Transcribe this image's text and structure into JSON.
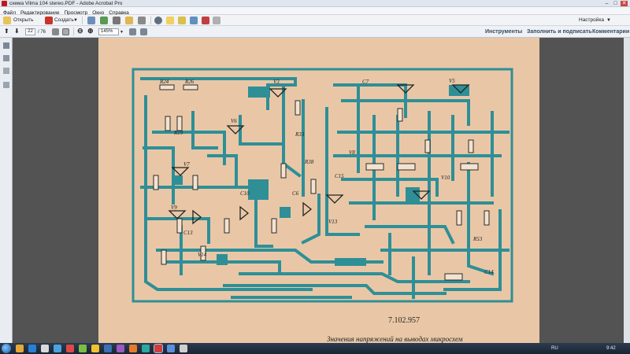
{
  "window": {
    "title": "схема Vilma 104 stereo.PDF - Adobe Acrobat Pro",
    "minimize": "–",
    "maximize": "□",
    "close": "✕"
  },
  "menu": [
    "Файл",
    "Редактирование",
    "Просмотр",
    "Окно",
    "Справка"
  ],
  "toolbar": {
    "open_label": "Открыть",
    "create_label": "Создать",
    "customize_label": "Настройка",
    "page_current": "22",
    "page_total": "/ 76",
    "zoom": "145%",
    "tools_label": "Инструменты",
    "sign_label": "Заполнить и подписать",
    "comments_label": "Комментарии"
  },
  "document": {
    "components": [
      "V3",
      "V5",
      "V6",
      "V7",
      "V8",
      "V9",
      "V10",
      "V13",
      "V14",
      "R24",
      "R26",
      "R19",
      "R33",
      "R38",
      "R53",
      "C6",
      "C7",
      "C10",
      "C13",
      "C14",
      "C15"
    ],
    "drawing_number": "7.102.957",
    "caption": "Значения напряжений на выводах микросхем"
  },
  "taskbar": {
    "lang": "RU",
    "time": "9:42"
  },
  "colors": {
    "trace": "#2e8f97",
    "paper": "#e9c7a6",
    "viewer_bg": "#535353"
  }
}
